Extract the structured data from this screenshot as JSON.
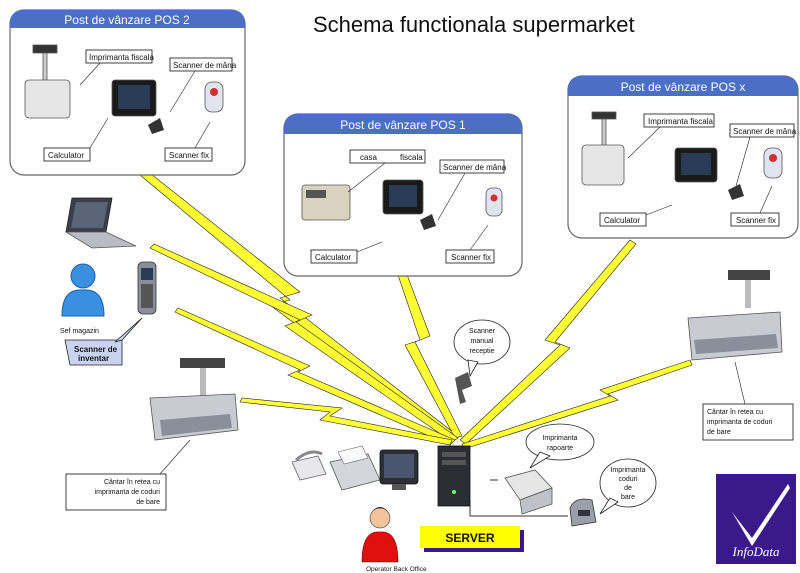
{
  "title": "Schema functionala supermarket",
  "pos2": {
    "header": "Post de vânzare POS 2",
    "printer": "Imprimanta fiscala",
    "hand_scanner": "Scanner de mâna",
    "calculator": "Calculator",
    "fixed_scanner": "Scanner fix"
  },
  "pos1": {
    "header": "Post de vânzare POS 1",
    "cash_word": "casa",
    "cash_word2": "fiscala",
    "hand_scanner": "Scanner de mâna",
    "calculator": "Calculator",
    "fixed_scanner": "Scanner fix"
  },
  "posx": {
    "header": "Post de vânzare POS x",
    "printer": "Imprimanta fiscala",
    "hand_scanner": "Scanner de mâna",
    "calculator": "Calculator",
    "fixed_scanner": "Scanner fix"
  },
  "manager": "Sef magazin",
  "inventory_scanner": [
    "Scanner de",
    "inventar"
  ],
  "scale_left": [
    "Cântar în retea cu",
    "imprimanta de coduri",
    "de bare"
  ],
  "scale_right": [
    "Cântar în retea cu",
    "imprimanta de coduri",
    "de bare"
  ],
  "reception_scanner": [
    "Scanner",
    "manual",
    "receptie"
  ],
  "report_printer": [
    "Imprimanta",
    "rapoarte"
  ],
  "barcode_printer": [
    "Imprimanta",
    "coduri",
    "de",
    "bare"
  ],
  "server": "SERVER",
  "operator": "Operator Back Office",
  "logo": "InfoData",
  "colors": {
    "panel_header": "#4a6fc4",
    "lightning": "#ffff33",
    "server_box": "#ffff00",
    "logo_bg": "#3a1a8a"
  }
}
